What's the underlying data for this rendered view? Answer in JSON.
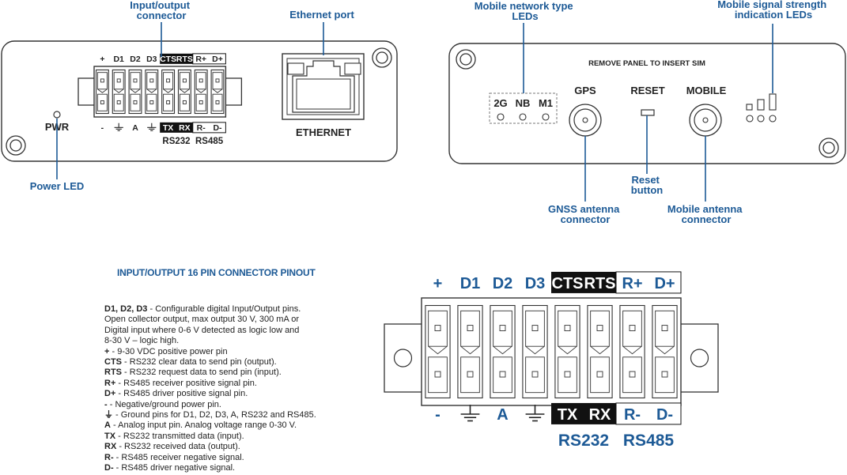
{
  "left_panel": {
    "top_pins": [
      "+",
      "D1",
      "D2",
      "D3",
      "CTS",
      "RTS",
      "R+",
      "D+"
    ],
    "bottom_pins": [
      "-",
      "⏚",
      "A",
      "⏚",
      "TX",
      "RX",
      "R-",
      "D-"
    ],
    "group_left": "RS232",
    "group_right": "RS485",
    "pwr_label": "PWR",
    "ethernet_label": "ETHERNET"
  },
  "right_panel": {
    "header": "REMOVE PANEL TO INSERT SIM",
    "led_labels": [
      "2G",
      "NB",
      "M1"
    ],
    "gps_label": "GPS",
    "reset_label": "RESET",
    "mobile_label": "MOBILE"
  },
  "callouts": {
    "io_connector": [
      "Input/output",
      "connector"
    ],
    "ethernet_port": "Ethernet port",
    "power_led": "Power LED",
    "mobile_type_leds": [
      "Mobile network type",
      "LEDs"
    ],
    "signal_leds": [
      "Mobile signal strength",
      "indication LEDs"
    ],
    "reset_button": [
      "Reset",
      "button"
    ],
    "gnss_connector": [
      "GNSS  antenna",
      "connector"
    ],
    "mobile_connector": [
      "Mobile antenna",
      "connector"
    ]
  },
  "pinout": {
    "title": "INPUT/OUTPUT 16 PIN CONNECTOR PINOUT",
    "description": [
      {
        "term": "D1, D2, D3",
        "text": " - Configurable digital Input/Output pins."
      },
      {
        "term": "",
        "text": "Open collector output, max output 30 V, 300 mA or"
      },
      {
        "term": "",
        "text": "Digital input where 0-6 V detected as logic low and"
      },
      {
        "term": "",
        "text": "8-30 V – logic high."
      },
      {
        "term": "+",
        "text": " - 9-30 VDC positive power pin"
      },
      {
        "term": "CTS",
        "text": " - RS232 clear data to send pin (output)."
      },
      {
        "term": "RTS",
        "text": " - RS232 request data to send pin (input)."
      },
      {
        "term": "R+",
        "text": " - RS485 receiver positive signal pin."
      },
      {
        "term": "D+",
        "text": " - RS485 driver positive signal pin."
      },
      {
        "term": "-",
        "text": " - Negative/ground power pin."
      },
      {
        "term": "⏚",
        "text": " - Ground pins for D1, D2, D3, A, RS232 and RS485."
      },
      {
        "term": "A",
        "text": " - Analog input pin. Analog voltage range 0-30 V."
      },
      {
        "term": "TX",
        "text": " - RS232 transmitted data (input)."
      },
      {
        "term": "RX",
        "text": " - RS232 received data (output)."
      },
      {
        "term": "R-",
        "text": " - RS485 receiver negative signal."
      },
      {
        "term": "D-",
        "text": " - RS485 driver negative signal."
      }
    ],
    "top_pins": [
      "+",
      "D1",
      "D2",
      "D3",
      "CTS",
      "RTS",
      "R+",
      "D+"
    ],
    "bottom_pins": [
      "-",
      "⏚",
      "A",
      "⏚",
      "TX",
      "RX",
      "R-",
      "D-"
    ],
    "group_left": "RS232",
    "group_right": "RS485"
  },
  "colors": {
    "callout": "#1d5a96",
    "line": "#1d5a96",
    "outline": "#222222",
    "dark_label_bg": "#111111"
  }
}
